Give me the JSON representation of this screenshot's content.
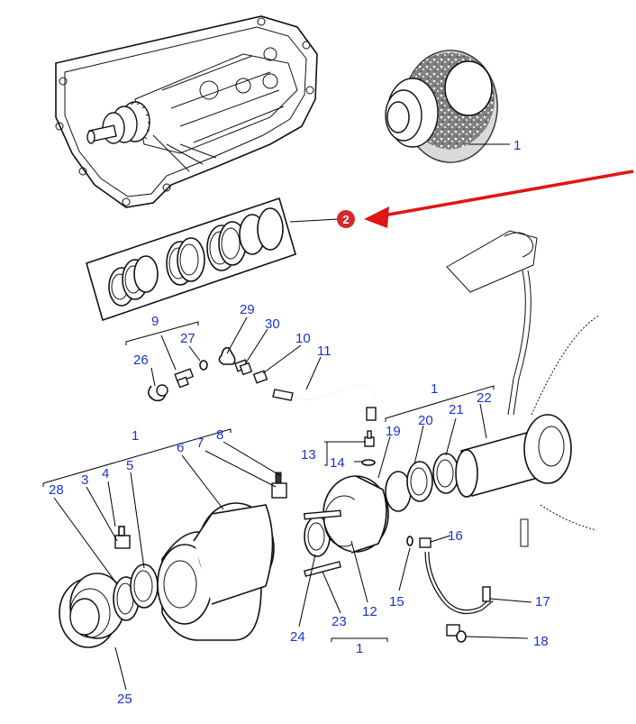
{
  "callout": {
    "number": "2",
    "color": "#d42a2a"
  },
  "arrow_color": "#e01515",
  "label_color": "#1a33cc",
  "labels": {
    "l1_converter": "1",
    "l1_right": "1",
    "l1_left": "1",
    "l1_bottom": "1",
    "l3": "3",
    "l4": "4",
    "l5": "5",
    "l6": "6",
    "l7": "7",
    "l8": "8",
    "l9": "9",
    "l10": "10",
    "l11": "11",
    "l12": "12",
    "l13": "13",
    "l14": "14",
    "l15": "15",
    "l16": "16",
    "l17": "17",
    "l18": "18",
    "l19": "19",
    "l20": "20",
    "l21": "21",
    "l22": "22",
    "l23": "23",
    "l24": "24",
    "l25": "25",
    "l26": "26",
    "l27": "27",
    "l28": "28",
    "l29": "29",
    "l30": "30"
  }
}
